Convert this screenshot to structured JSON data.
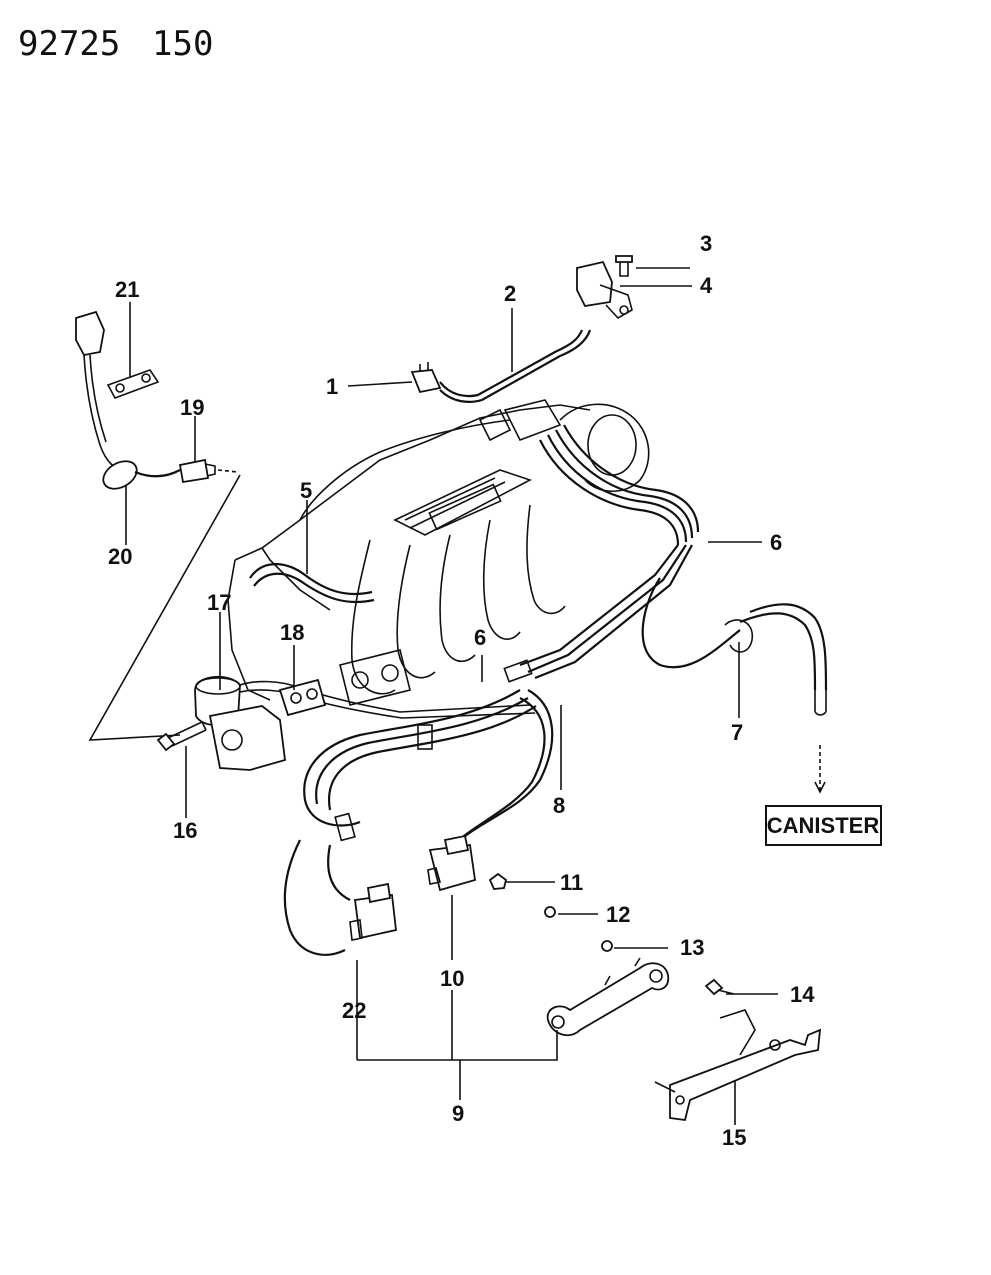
{
  "header": {
    "drawing_number": "92725",
    "page_code": "150"
  },
  "canister_label": "CANISTER",
  "callouts": [
    "1",
    "2",
    "3",
    "4",
    "5",
    "6",
    "6",
    "7",
    "8",
    "9",
    "10",
    "11",
    "12",
    "13",
    "14",
    "15",
    "16",
    "17",
    "18",
    "19",
    "20",
    "21",
    "22"
  ]
}
